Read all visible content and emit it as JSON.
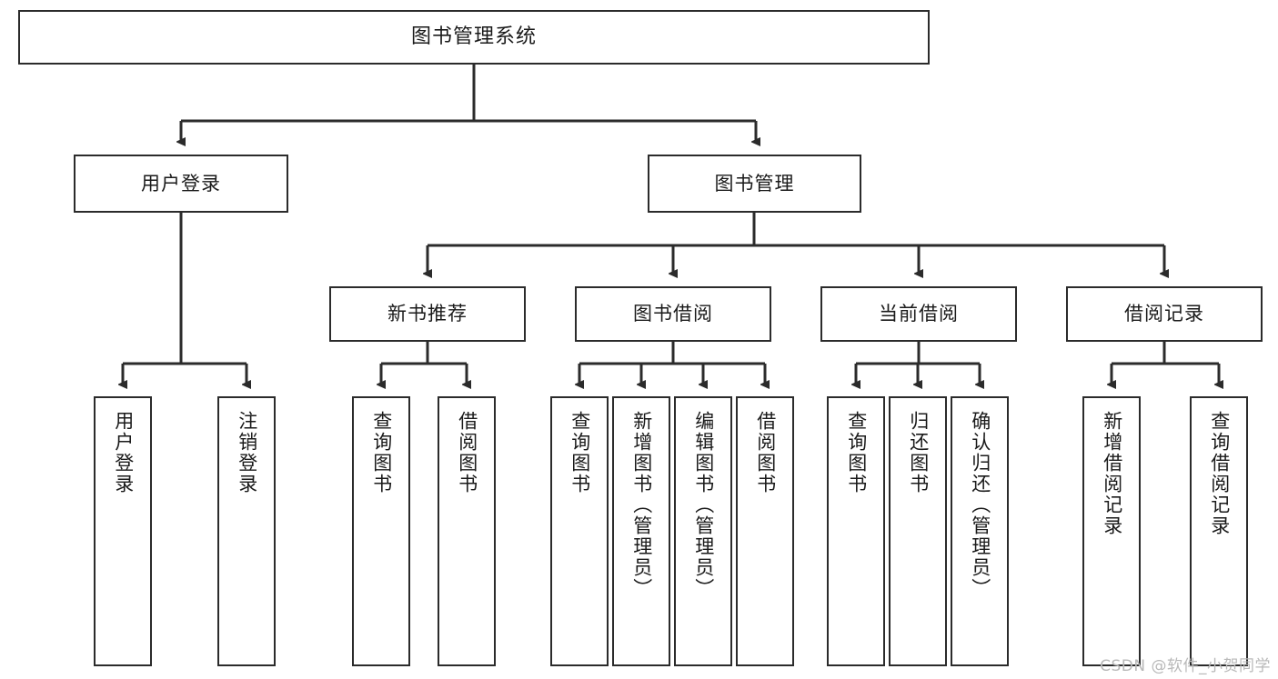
{
  "diagram": {
    "title": "图书管理系统",
    "type": "tree",
    "watermark": "CSDN @软件_小贺同学",
    "colors": {
      "box_border": "#2b2b2b",
      "box_fill": "#ffffff",
      "edge": "#2b2b2b",
      "text": "#1a1a1a",
      "watermark": "#b9b9b9"
    },
    "levels": [
      {
        "level": 1,
        "nodes": [
          {
            "id": "root",
            "label": "图书管理系统",
            "orientation": "horizontal"
          }
        ]
      },
      {
        "level": 2,
        "nodes": [
          {
            "id": "user-login",
            "label": "用户登录",
            "orientation": "horizontal"
          },
          {
            "id": "book-manage",
            "label": "图书管理",
            "orientation": "horizontal"
          }
        ]
      },
      {
        "level": 3,
        "nodes": [
          {
            "id": "new-book-recommend",
            "label": "新书推荐",
            "orientation": "horizontal"
          },
          {
            "id": "book-borrow",
            "label": "图书借阅",
            "orientation": "horizontal"
          },
          {
            "id": "current-borrow",
            "label": "当前借阅",
            "orientation": "horizontal"
          },
          {
            "id": "borrow-record",
            "label": "借阅记录",
            "orientation": "horizontal"
          }
        ]
      },
      {
        "level": 4,
        "nodes": [
          {
            "id": "leaf-user-login",
            "label": "用户登录",
            "orientation": "vertical",
            "parent": "user-login"
          },
          {
            "id": "leaf-user-logout",
            "label": "注销登录",
            "orientation": "vertical",
            "parent": "user-login"
          },
          {
            "id": "leaf-query-book-1",
            "label": "查询图书",
            "orientation": "vertical",
            "parent": "new-book-recommend"
          },
          {
            "id": "leaf-borrow-book-1",
            "label": "借阅图书",
            "orientation": "vertical",
            "parent": "new-book-recommend"
          },
          {
            "id": "leaf-query-book-2",
            "label": "查询图书",
            "orientation": "vertical",
            "parent": "book-borrow"
          },
          {
            "id": "leaf-add-book",
            "label": "新增图书（管理员）",
            "orientation": "vertical",
            "parent": "book-borrow"
          },
          {
            "id": "leaf-edit-book",
            "label": "编辑图书（管理员）",
            "orientation": "vertical",
            "parent": "book-borrow"
          },
          {
            "id": "leaf-borrow-book-2",
            "label": "借阅图书",
            "orientation": "vertical",
            "parent": "book-borrow"
          },
          {
            "id": "leaf-query-book-3",
            "label": "查询图书",
            "orientation": "vertical",
            "parent": "current-borrow"
          },
          {
            "id": "leaf-return-book",
            "label": "归还图书",
            "orientation": "vertical",
            "parent": "current-borrow"
          },
          {
            "id": "leaf-confirm-return",
            "label": "确认归还（管理员）",
            "orientation": "vertical",
            "parent": "current-borrow"
          },
          {
            "id": "leaf-add-record",
            "label": "新增借阅记录",
            "orientation": "vertical",
            "parent": "borrow-record"
          },
          {
            "id": "leaf-query-record",
            "label": "查询借阅记录",
            "orientation": "vertical",
            "parent": "borrow-record"
          }
        ]
      }
    ]
  }
}
